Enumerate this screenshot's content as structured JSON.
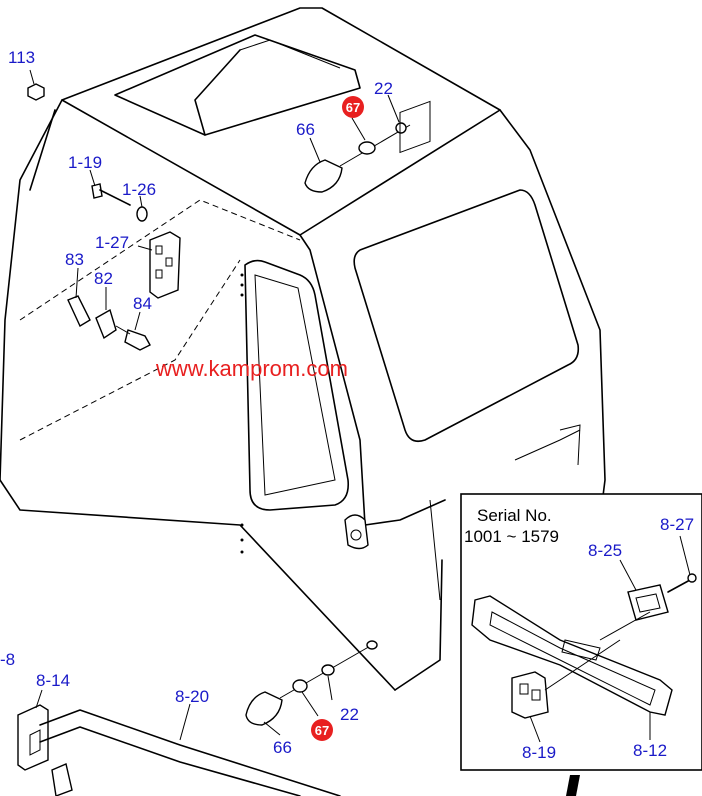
{
  "watermark": "www.kamprom.com",
  "inset": {
    "serial_title": "Serial No.",
    "serial_range": "1001 ~ 1579"
  },
  "callouts": {
    "p113": "113",
    "p22_top": "22",
    "p67_top": "67",
    "p66_top": "66",
    "p1_19": "1-19",
    "p1_26": "1-26",
    "p1_27": "1-27",
    "p83": "83",
    "p82": "82",
    "p84": "84",
    "p8_27": "8-27",
    "p8_25": "8-25",
    "p8_12": "8-12",
    "p8_19": "8-19",
    "p8_left": "-8",
    "p8_14": "8-14",
    "p8_20": "8-20",
    "p22_bottom": "22",
    "p67_bottom": "67",
    "p66_bottom": "66"
  },
  "colors": {
    "callout": "#1a1ac8",
    "highlight": "#e82020",
    "line": "#000000"
  }
}
